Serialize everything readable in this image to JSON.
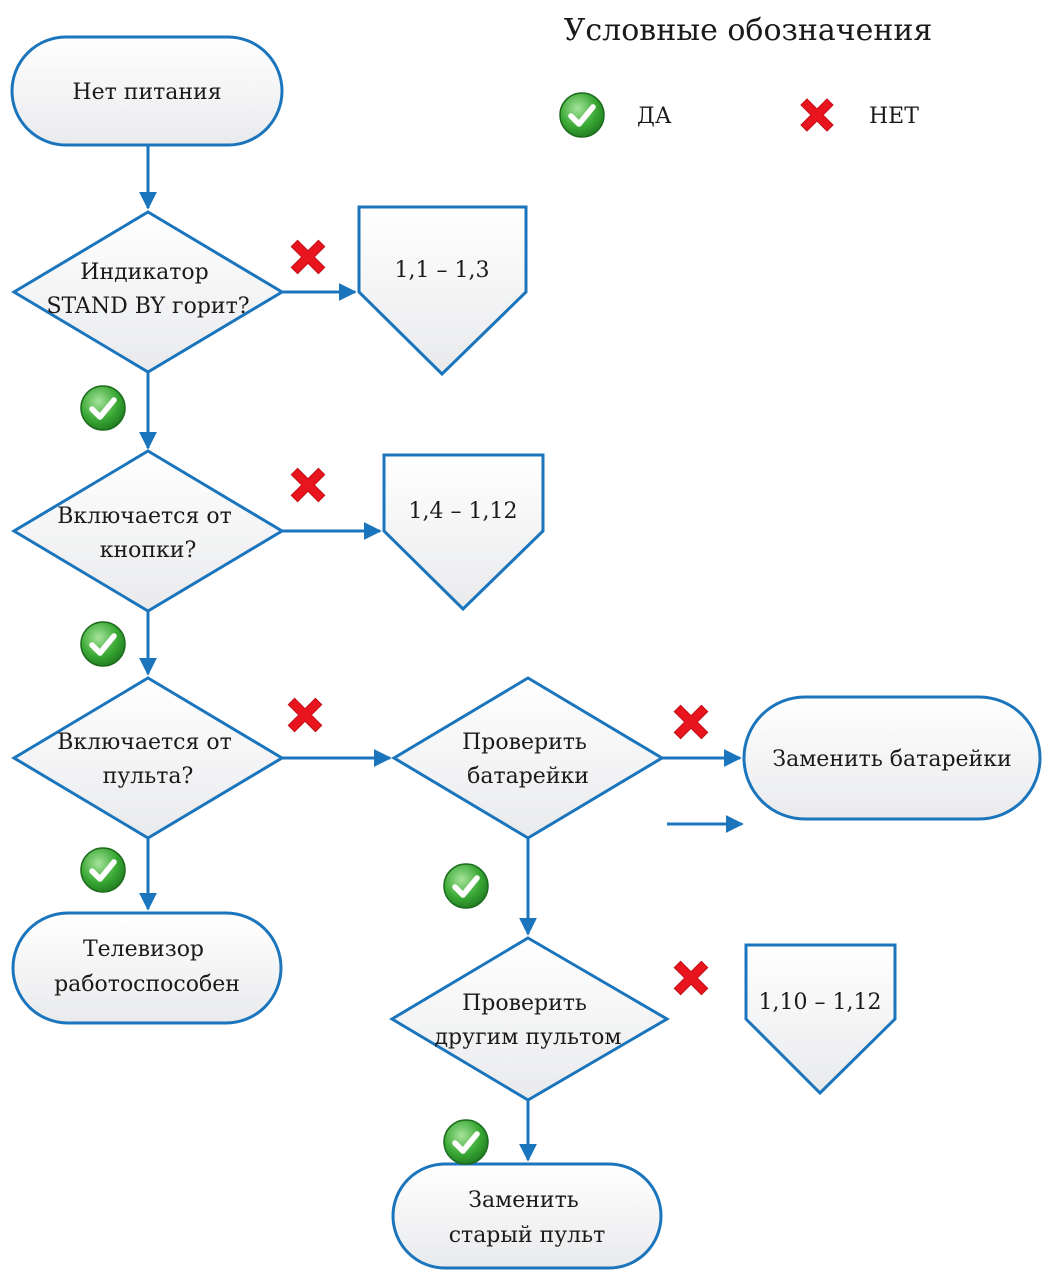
{
  "legend": {
    "title": "Условные обозначения",
    "yes_label": "ДА",
    "no_label": "НЕТ"
  },
  "nodes": {
    "start": {
      "lines": [
        "Нет питания"
      ]
    },
    "standby": {
      "lines": [
        "Индикатор",
        "STAND BY горит?"
      ]
    },
    "ref1": {
      "lines": [
        "1,1 – 1,3"
      ]
    },
    "button": {
      "lines": [
        "Включается от",
        "кнопки?"
      ]
    },
    "ref2": {
      "lines": [
        "1,4 – 1,12"
      ]
    },
    "remote": {
      "lines": [
        "Включается от",
        "пульта?"
      ]
    },
    "batteries": {
      "lines": [
        "Проверить",
        "батарейки"
      ]
    },
    "replace_batteries": {
      "lines": [
        "Заменить батарейки"
      ]
    },
    "tv_ok": {
      "lines": [
        "Телевизор",
        "работоспособен"
      ]
    },
    "other_remote": {
      "lines": [
        "Проверить",
        "другим пультом"
      ]
    },
    "ref3": {
      "lines": [
        "1,10 – 1,12"
      ]
    },
    "replace_remote": {
      "lines": [
        "Заменить",
        "старый пульт"
      ]
    }
  },
  "colors": {
    "line": "#1b75bc",
    "yes_icon": "#3aa935",
    "no_icon": "#e8141e"
  },
  "icons": {
    "yes": "check-circle-icon",
    "no": "red-x-icon"
  }
}
